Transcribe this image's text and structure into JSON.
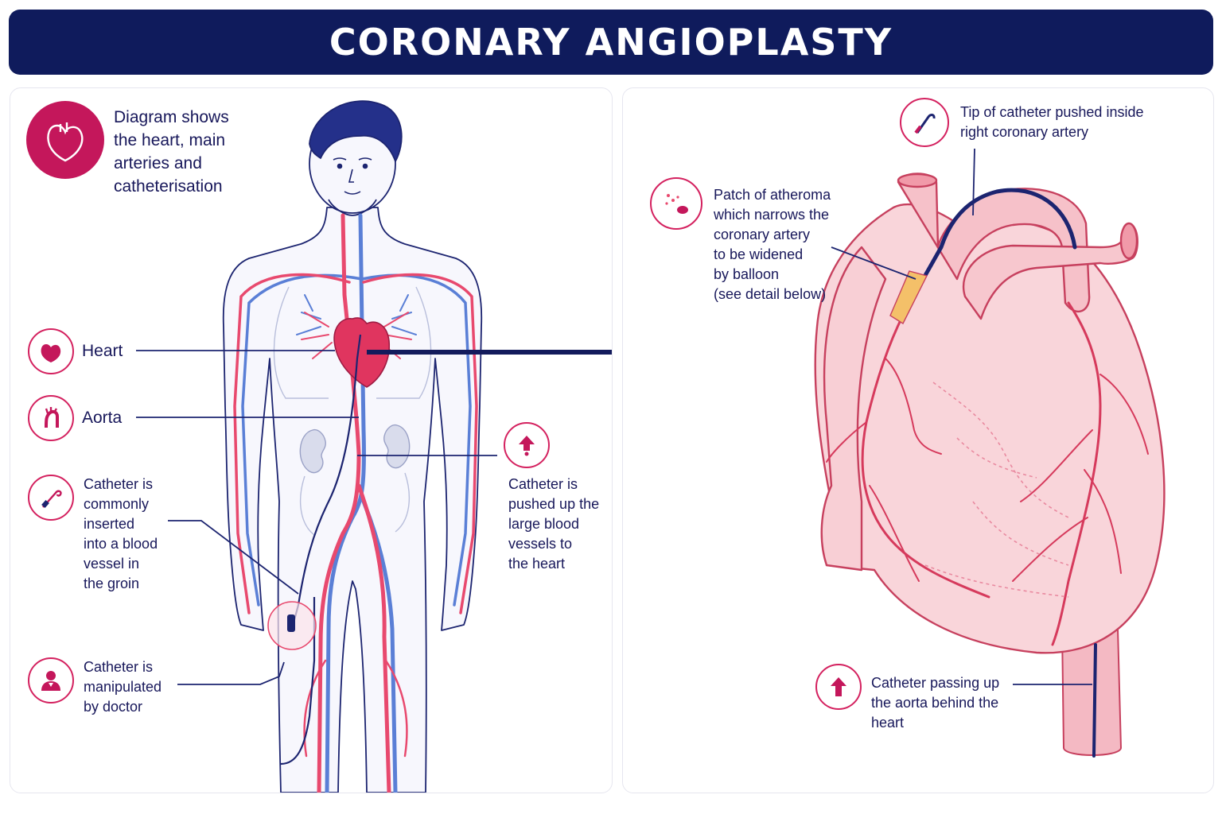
{
  "title": "CORONARY ANGIOPLASTY",
  "intro": {
    "lines": [
      "Diagram shows",
      "the heart, main",
      "arteries and",
      "catheterisation"
    ]
  },
  "labels": {
    "heart": "Heart",
    "aorta": "Aorta",
    "groin": [
      "Catheter is",
      "commonly",
      "inserted",
      "into a blood",
      "vessel in",
      "the groin"
    ],
    "doctor": [
      "Catheter is",
      "manipulated",
      "by doctor"
    ],
    "pushed": [
      "Catheter is",
      "pushed up the",
      "large blood",
      "vessels to",
      "the heart"
    ],
    "tip": [
      "Tip of catheter pushed inside",
      "right coronary artery"
    ],
    "atheroma": [
      "Patch of atheroma",
      "which narrows the",
      "coronary artery",
      "to be widened",
      "by balloon",
      "(see detail below)"
    ],
    "aorta_behind": [
      "Catheter passing up",
      "the aorta behind the",
      "heart"
    ]
  },
  "icons": {
    "intro": "heart-icon",
    "heart": "heart-icon",
    "aorta": "aorta-icon",
    "groin": "catheter-icon",
    "doctor": "doctor-icon",
    "pushed": "up-arrow-icon",
    "tip": "catheter-tip-icon",
    "atheroma": "atheroma-icon",
    "aorta_behind": "up-arrow-icon"
  },
  "colors": {
    "title_bg": "#0f1b5c",
    "accent": "#d4215f",
    "artery": "#e8496e",
    "vein": "#5a7fd6",
    "heart": "#f7c9cf",
    "catheter": "#1c2470"
  }
}
